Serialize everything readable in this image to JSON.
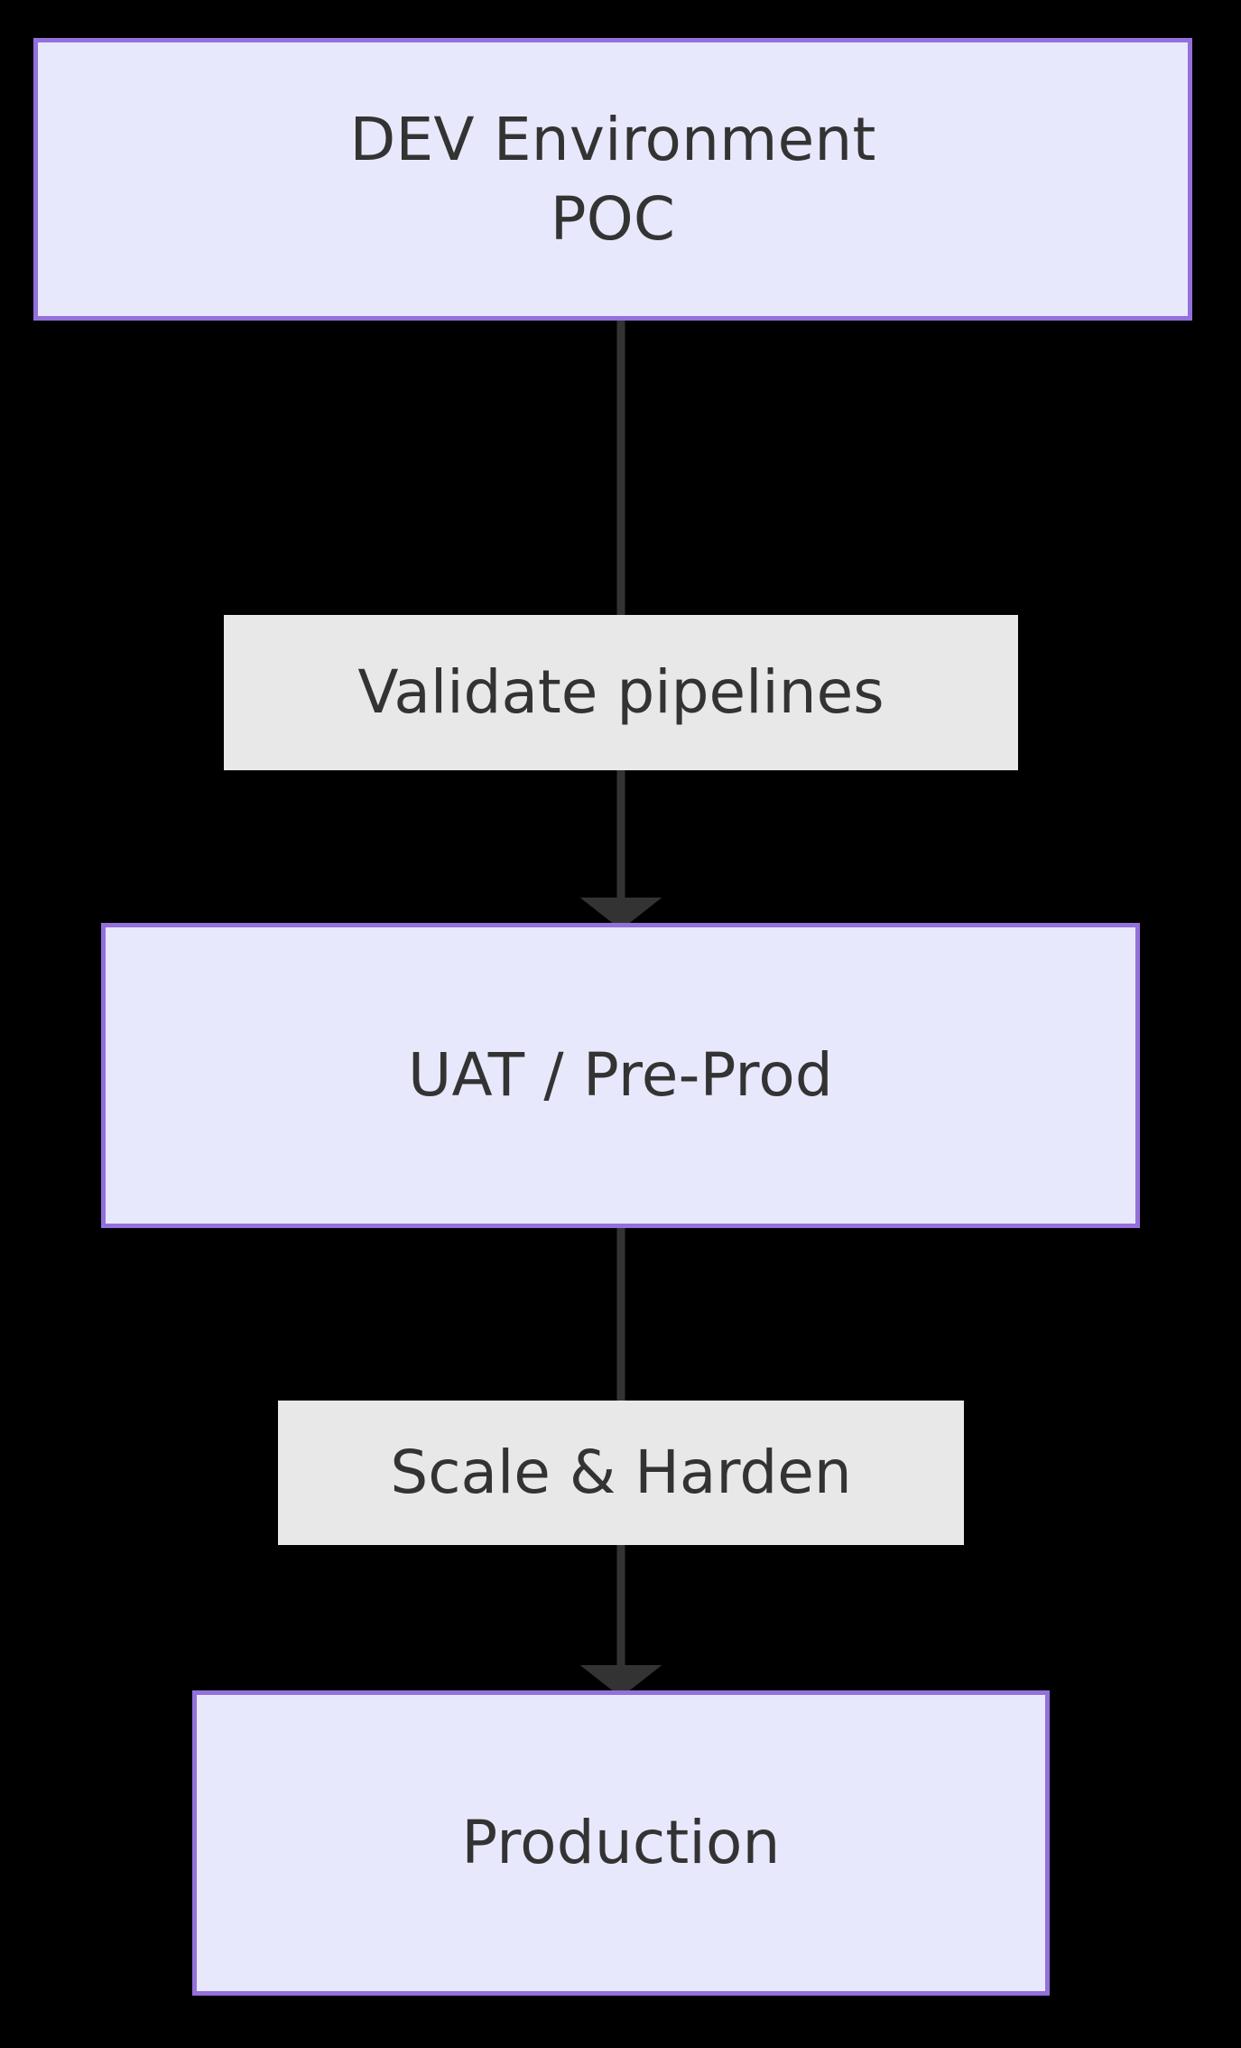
{
  "diagram": {
    "type": "flowchart",
    "direction": "top-to-bottom",
    "background_color": "#000000",
    "node_fill_color": "#E8E8FD",
    "node_border_color": "#9370DB",
    "node_text_color": "#333333",
    "edge_line_color": "#333333",
    "edge_label_background": "#E8E8E8",
    "edge_label_text_color": "#333333"
  },
  "nodes": [
    {
      "id": "dev",
      "label": "DEV Environment\nPOC"
    },
    {
      "id": "uat",
      "label": "UAT / Pre-Prod"
    },
    {
      "id": "prod",
      "label": "Production"
    }
  ],
  "edges": [
    {
      "from": "dev",
      "to": "uat",
      "label": "Validate pipelines",
      "arrow": "arrow-down-icon"
    },
    {
      "from": "uat",
      "to": "prod",
      "label": "Scale & Harden",
      "arrow": "arrow-down-icon"
    }
  ]
}
